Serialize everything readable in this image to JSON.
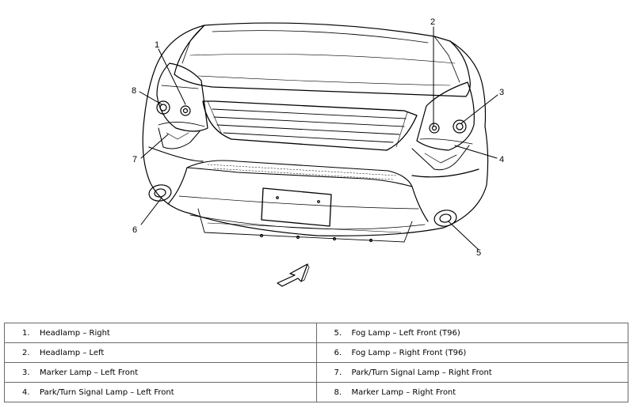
{
  "diagram": {
    "callouts": [
      "1",
      "2",
      "3",
      "4",
      "5",
      "6",
      "7",
      "8"
    ]
  },
  "legend": {
    "left": [
      {
        "num": "1.",
        "label": "Headlamp – Right"
      },
      {
        "num": "2.",
        "label": "Headlamp – Left"
      },
      {
        "num": "3.",
        "label": "Marker Lamp – Left Front"
      },
      {
        "num": "4.",
        "label": "Park/Turn Signal Lamp – Left Front"
      }
    ],
    "right": [
      {
        "num": "5.",
        "label": "Fog Lamp – Left Front (T96)"
      },
      {
        "num": "6.",
        "label": "Fog Lamp – Right Front (T96)"
      },
      {
        "num": "7.",
        "label": "Park/Turn Signal Lamp – Right Front"
      },
      {
        "num": "8.",
        "label": "Marker Lamp – Right Front"
      }
    ]
  }
}
